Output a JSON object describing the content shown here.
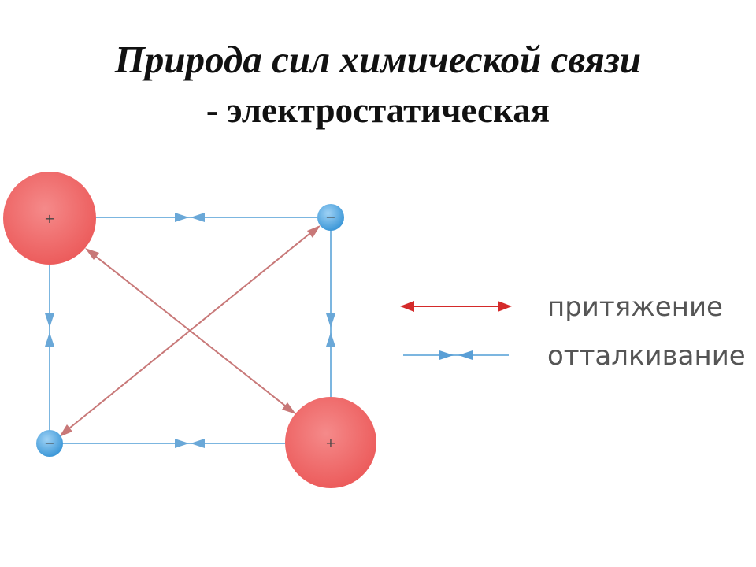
{
  "slide": {
    "title": "Природа сил химической связи",
    "subtitle": "- электростатическая"
  },
  "diagram": {
    "nuclei": [
      {
        "id": "nucleus-top-left",
        "sign": "+"
      },
      {
        "id": "nucleus-bottom-right",
        "sign": "+"
      }
    ],
    "electrons": [
      {
        "id": "electron-top-right",
        "sign": "−"
      },
      {
        "id": "electron-bottom-left",
        "sign": "−"
      }
    ],
    "legend": {
      "attraction_label": "притяжение",
      "repulsion_label": "отталкивание"
    }
  },
  "colors": {
    "nucleus_fill": "#f06868",
    "electron_fill": "#5aaee6",
    "attraction_arrow": "#c87878",
    "repulsion_arrow": "#7cb6e0",
    "legend_attraction": "#d42a2a",
    "legend_repulsion": "#5a9fd6"
  }
}
